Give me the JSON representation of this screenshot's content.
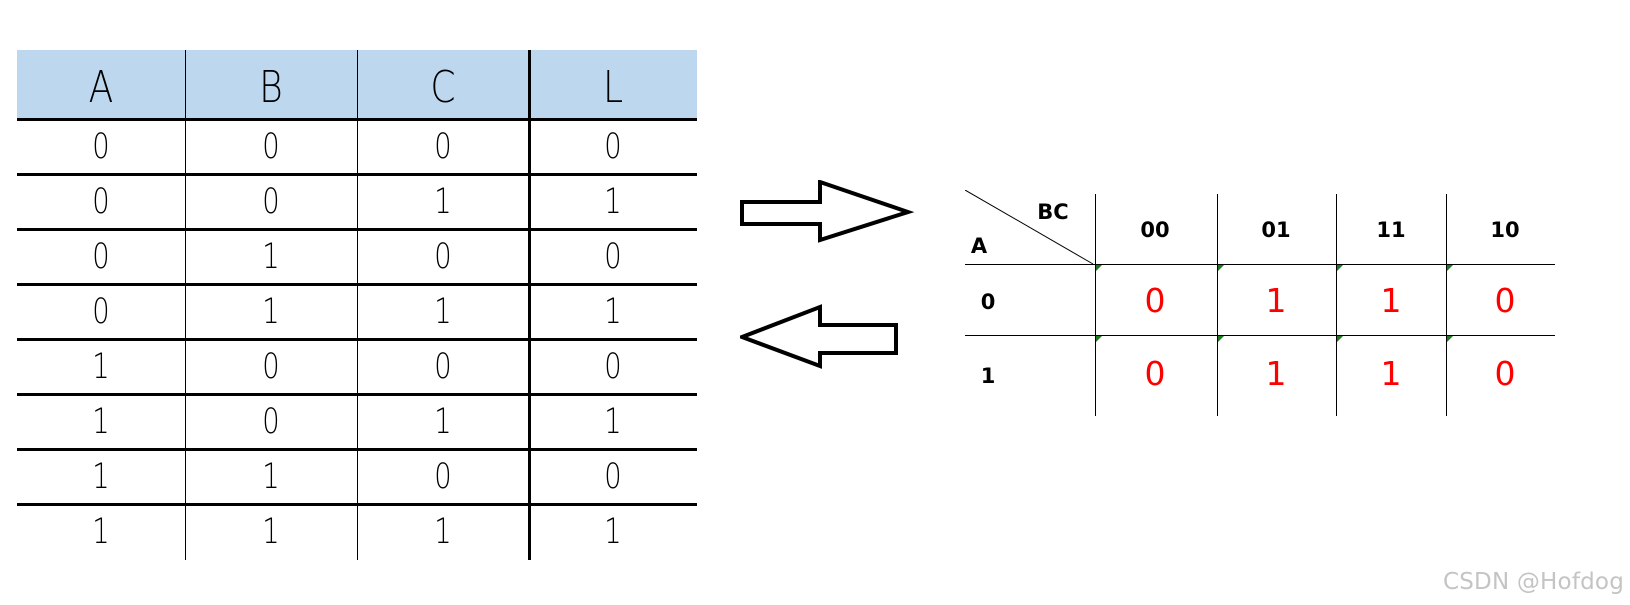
{
  "truth_table": {
    "headers": [
      "A",
      "B",
      "C",
      "L"
    ],
    "rows": [
      [
        "0",
        "0",
        "0",
        "0"
      ],
      [
        "0",
        "0",
        "1",
        "1"
      ],
      [
        "0",
        "1",
        "0",
        "0"
      ],
      [
        "0",
        "1",
        "1",
        "1"
      ],
      [
        "1",
        "0",
        "0",
        "0"
      ],
      [
        "1",
        "0",
        "1",
        "1"
      ],
      [
        "1",
        "1",
        "0",
        "0"
      ],
      [
        "1",
        "1",
        "1",
        "1"
      ]
    ]
  },
  "kmap": {
    "corner_col_var": "BC",
    "corner_row_var": "A",
    "col_headers": [
      "00",
      "01",
      "11",
      "10"
    ],
    "row_headers": [
      "0",
      "1"
    ],
    "values": [
      [
        "0",
        "1",
        "1",
        "0"
      ],
      [
        "0",
        "1",
        "1",
        "0"
      ]
    ]
  },
  "colors": {
    "header_fill": "#bdd7ee",
    "kmap_value": "#ff0000",
    "watermark": "#c4c4c4"
  },
  "icons": [
    "right-arrow-icon",
    "left-arrow-icon"
  ],
  "watermark": "CSDN @Hofdog"
}
